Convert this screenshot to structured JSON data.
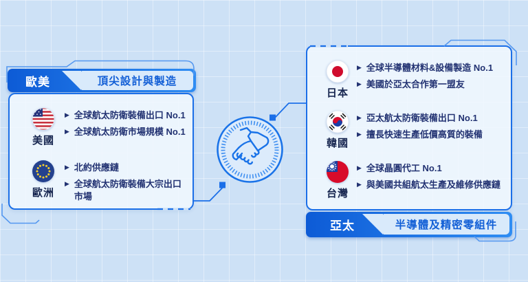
{
  "colors": {
    "accent": "#1b6fe8",
    "accent_gradient_start": "#0d5bd6",
    "accent_gradient_end": "#2f8df3",
    "page_background": "#cde1f6",
    "panel_background": "#edf5fe",
    "badge_background": "#d9eafb",
    "badge_text": "#125fd6",
    "body_text": "#223272",
    "label_text": "#16254f"
  },
  "bullet_glyph": "▶",
  "center": {
    "icon": "handshake-icon"
  },
  "left_panel": {
    "region_tab": "歐美",
    "region_title": "頂尖設計與製造",
    "entries": [
      {
        "name": "美國",
        "flag_icon": "us-flag-icon",
        "points": [
          "全球航太防衛裝備出口 No.1",
          "全球航太防衛市場規模 No.1"
        ]
      },
      {
        "name": "歐洲",
        "flag_icon": "eu-flag-icon",
        "points": [
          "北約供應鏈",
          "全球航太防衛裝備大宗出口市場"
        ]
      }
    ]
  },
  "right_panel": {
    "region_tab": "亞太",
    "region_title": "半導體及精密零組件",
    "entries": [
      {
        "name": "日本",
        "flag_icon": "japan-flag-icon",
        "points": [
          "全球半導體材料&設備製造 No.1",
          "美國於亞太合作第一盟友"
        ]
      },
      {
        "name": "韓國",
        "flag_icon": "korea-flag-icon",
        "points": [
          "亞太航太防衛裝備出口 No.1",
          "擅長快速生產低價高質的裝備"
        ]
      },
      {
        "name": "台灣",
        "flag_icon": "taiwan-flag-icon",
        "points": [
          "全球晶圓代工 No.1",
          "與美國共組航太生產及維修供應鏈"
        ]
      }
    ]
  }
}
